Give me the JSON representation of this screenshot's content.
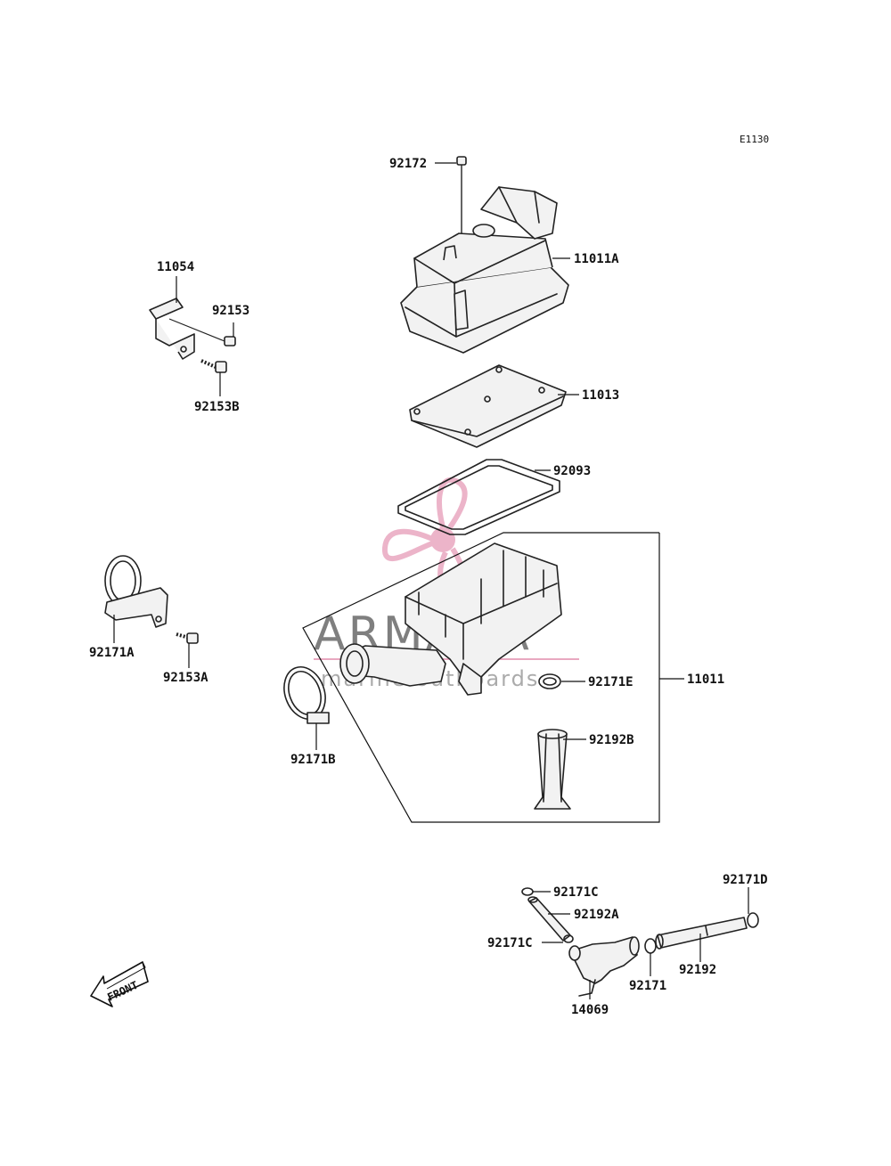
{
  "diagram_code": "E1130",
  "front_label": "FRONT",
  "watermark": {
    "brand": "ARMADA",
    "tagline": "marine outboards"
  },
  "parts": {
    "p92172": "92172",
    "p11011A": "11011A",
    "p11054": "11054",
    "p92153": "92153",
    "p92153B": "92153B",
    "p11013": "11013",
    "p92093": "92093",
    "p92171A": "92171A",
    "p92153A": "92153A",
    "p92171E": "92171E",
    "p11011": "11011",
    "p92192B": "92192B",
    "p92171B": "92171B",
    "p92171D": "92171D",
    "p92171C_top": "92171C",
    "p92192A": "92192A",
    "p92171C_bot": "92171C",
    "p92192": "92192",
    "p92171": "92171",
    "p14069": "14069"
  }
}
